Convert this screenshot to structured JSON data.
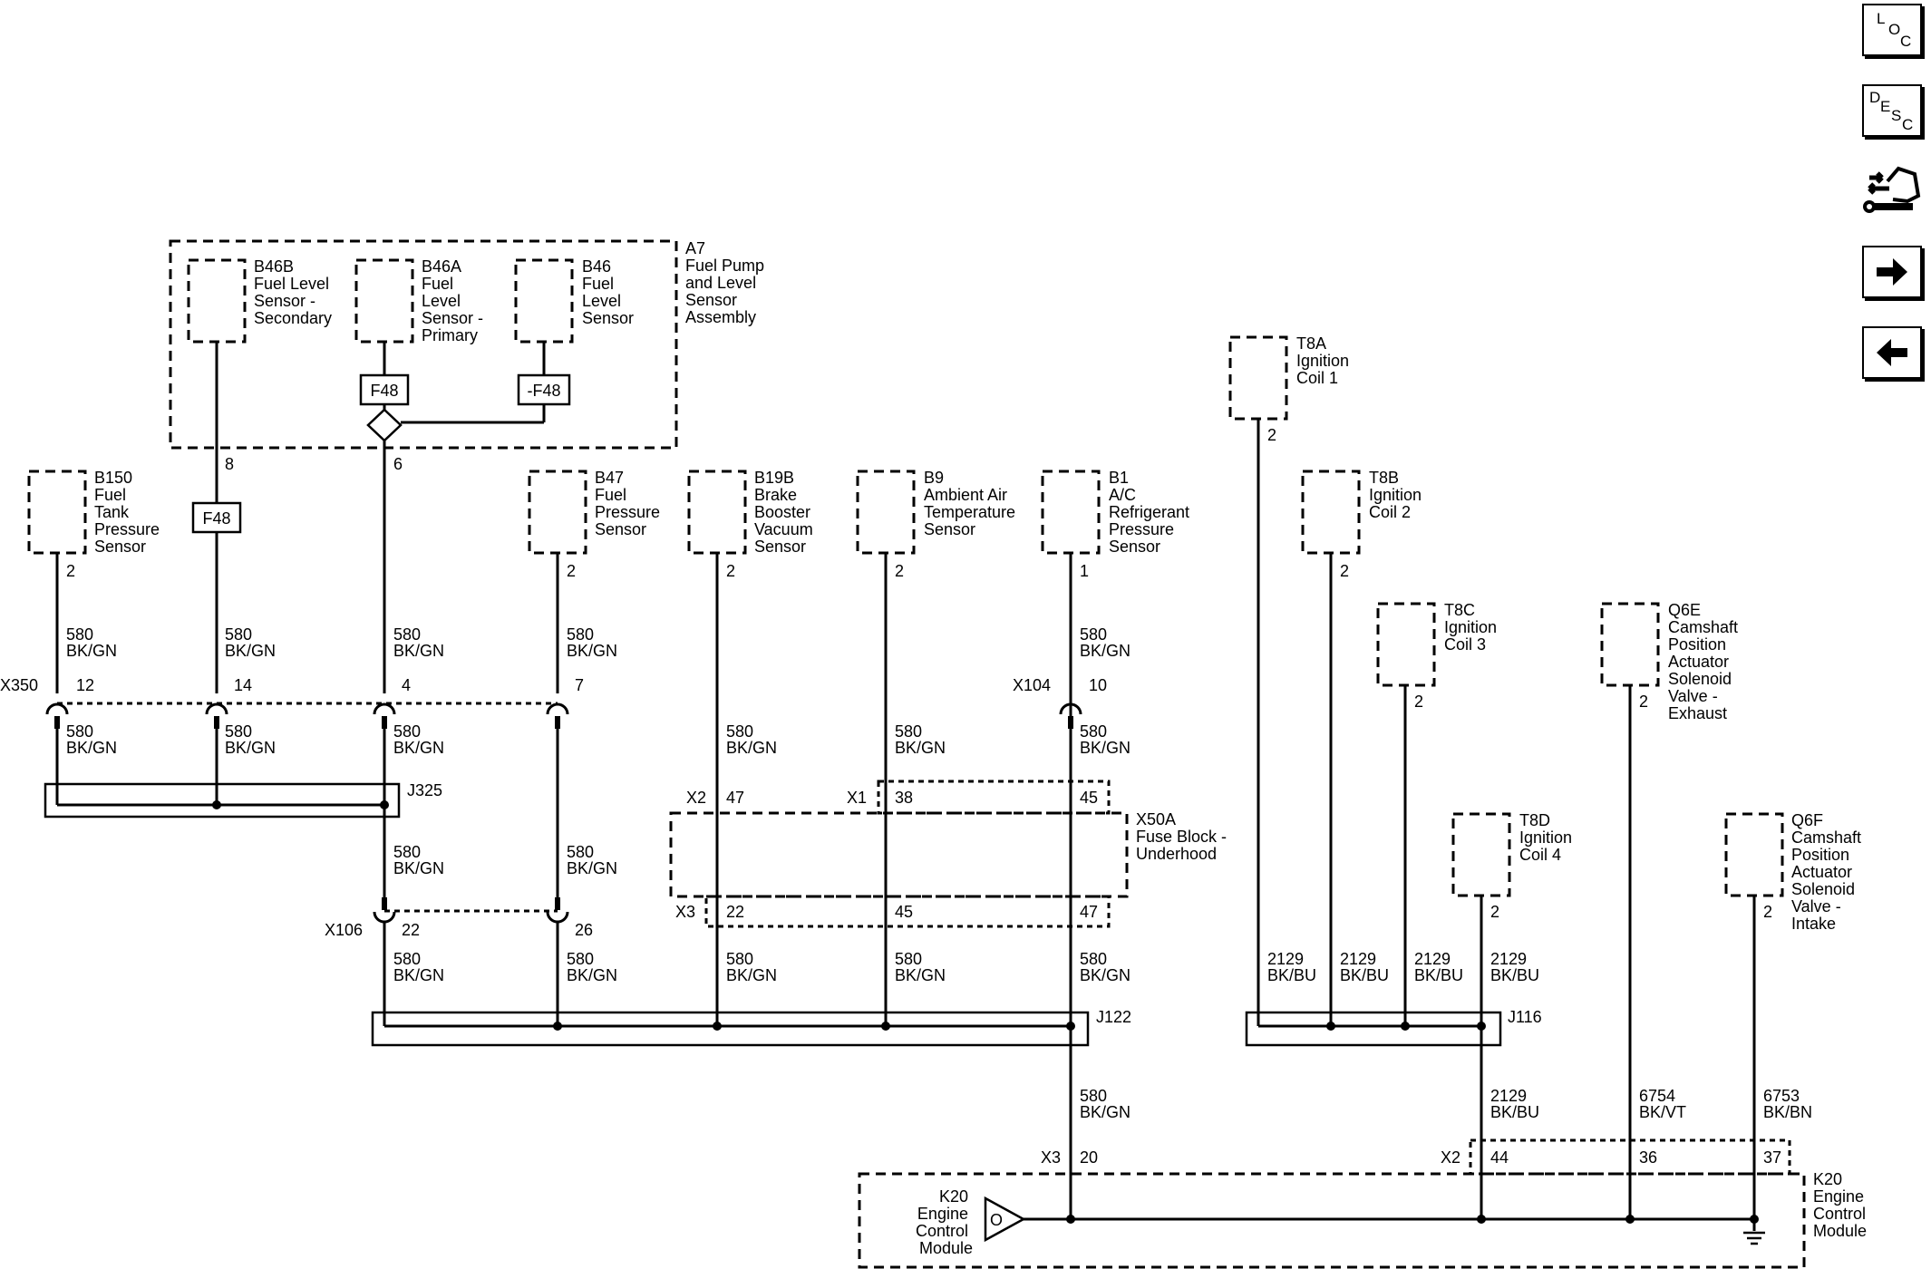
{
  "toolbar": {
    "loc": [
      "L",
      "O",
      "C"
    ],
    "desc": [
      "D",
      "E",
      "S",
      "C"
    ],
    "buttons": [
      "loc-button",
      "desc-button",
      "connector-view-button",
      "next-button",
      "previous-button"
    ]
  },
  "components": {
    "A7": [
      "A7",
      "Fuel Pump",
      "and Level",
      "Sensor",
      "Assembly"
    ],
    "B46B": [
      "B46B",
      "Fuel Level",
      "Sensor -",
      "Secondary"
    ],
    "B46A": [
      "B46A",
      "Fuel",
      "Level",
      "Sensor -",
      "Primary"
    ],
    "B46": [
      "B46",
      "Fuel",
      "Level",
      "Sensor"
    ],
    "B150": [
      "B150",
      "Fuel",
      "Tank",
      "Pressure",
      "Sensor"
    ],
    "B47": [
      "B47",
      "Fuel",
      "Pressure",
      "Sensor"
    ],
    "B19B": [
      "B19B",
      "Brake",
      "Booster",
      "Vacuum",
      "Sensor"
    ],
    "B9": [
      "B9",
      "Ambient Air",
      "Temperature",
      "Sensor"
    ],
    "B1": [
      "B1",
      "A/C",
      "Refrigerant",
      "Pressure",
      "Sensor"
    ],
    "T8A": [
      "T8A",
      "Ignition",
      "Coil 1"
    ],
    "T8B": [
      "T8B",
      "Ignition",
      "Coil 2"
    ],
    "T8C": [
      "T8C",
      "Ignition",
      "Coil 3"
    ],
    "T8D": [
      "T8D",
      "Ignition",
      "Coil 4"
    ],
    "Q6E": [
      "Q6E",
      "Camshaft",
      "Position",
      "Actuator",
      "Solenoid",
      "Valve -",
      "Exhaust"
    ],
    "Q6F": [
      "Q6F",
      "Camshaft",
      "Position",
      "Actuator",
      "Solenoid",
      "Valve -",
      "Intake"
    ],
    "X50A": [
      "X50A",
      "Fuse Block -",
      "Underhood"
    ],
    "K20_right": [
      "K20",
      "Engine",
      "Control",
      "Module"
    ],
    "K20_inner": [
      "K20",
      "Engine",
      "Control",
      "Module"
    ]
  },
  "options": {
    "F48": "F48",
    "not_F48": "-F48"
  },
  "connectors": {
    "X350": "X350",
    "X104": "X104",
    "X106": "X106",
    "X1": "X1",
    "X2_fuse": "X2",
    "X3_fuse": "X3",
    "X3_ecm": "X3",
    "X2_ecm": "X2"
  },
  "splices": {
    "J325": "J325",
    "J122": "J122",
    "J116": "J116"
  },
  "pins": {
    "B46B_out": "8",
    "B46A_out": "6",
    "B150": "2",
    "B47": "2",
    "B19B": "2",
    "B9": "2",
    "B1": "1",
    "T8A": "2",
    "T8B": "2",
    "T8C": "2",
    "T8D": "2",
    "Q6E": "2",
    "Q6F": "2",
    "X350_a": "12",
    "X350_b": "14",
    "X350_c": "4",
    "X350_d": "7",
    "X104": "10",
    "X2_fuse": "47",
    "X1_fuse": "38",
    "X_fuse_45a": "45",
    "X3_22": "22",
    "X3_45": "45",
    "X3_47": "47",
    "X106_a": "22",
    "X106_b": "26",
    "ecm_20": "20",
    "ecm_44": "44",
    "ecm_36": "36",
    "ecm_37": "37"
  },
  "wires": {
    "w580": [
      "580",
      "BK/GN"
    ],
    "w2129": [
      "2129",
      "BK/BU"
    ],
    "w6754": [
      "6754",
      "BK/VT"
    ],
    "w6753": [
      "6753",
      "BK/BN"
    ]
  },
  "ecm_symbol": "O"
}
